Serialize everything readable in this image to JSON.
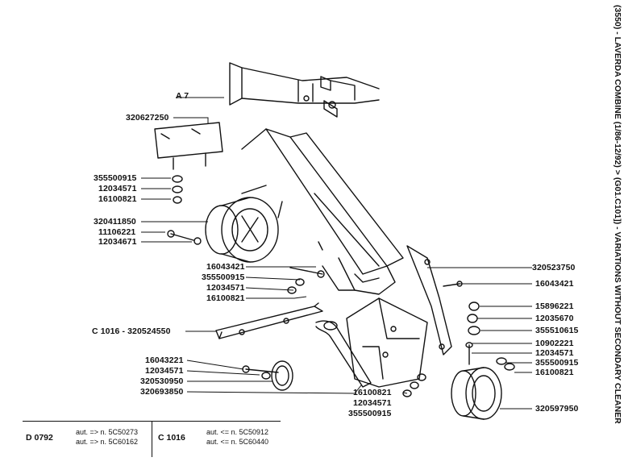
{
  "side_title": "(3550) - LAVERDA COMBINE (1/86-12/92) > (G01.C101]) - VARIATIONS WITHOUT SECONDARY CLEANER",
  "ref_a7": "A 7",
  "labels_left": [
    "320627250",
    "355500915",
    "12034571",
    "16100821",
    "320411850",
    "11106221",
    "12034671",
    "16043421",
    "355500915",
    "12034571",
    "16100821",
    "C 1016 - 320524550",
    "16043221",
    "12034571",
    "320530950",
    "320693850",
    "16100821",
    "12034571",
    "355500915"
  ],
  "labels_right": [
    "320523750",
    "16043421",
    "15896221",
    "12035670",
    "355510615",
    "10902221",
    "12034571",
    "355500915",
    "16100821",
    "320597950"
  ],
  "footer": {
    "left_code": "D 0792",
    "left_line1": "aut. => n. 5C50273",
    "left_line2": "aut. => n. 5C60162",
    "right_code": "C 1016",
    "right_line1": "aut. <= n. 5C50912",
    "right_line2": "aut. <= n. 5C60440"
  }
}
